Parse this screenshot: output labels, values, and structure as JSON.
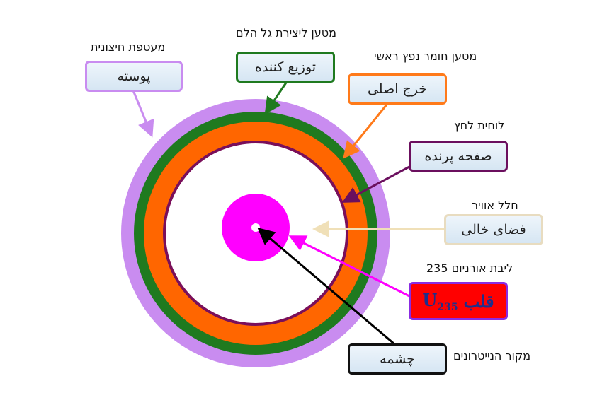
{
  "layers": [
    {
      "id": "shell",
      "color": "#c98cf0",
      "hebrew": "מעטפת חיצונית",
      "persian": "پوسته"
    },
    {
      "id": "wave",
      "color": "#1f7a1f",
      "hebrew": "מטען ליצירת גל הלם",
      "persian": "توزيع كننده"
    },
    {
      "id": "main",
      "color": "#ff6600",
      "hebrew": "מטען חומר נפץ ראשי",
      "persian": "خرج اصلی"
    },
    {
      "id": "pusher",
      "color": "#7a0f5a",
      "hebrew": "לוחית לחץ",
      "persian": "صفحه پرنده"
    },
    {
      "id": "void",
      "color": "#ffffff",
      "hebrew": "חלל אוויר",
      "persian": "فضای خالی"
    },
    {
      "id": "core",
      "color": "#ff00ff",
      "hebrew": "ליבת אורניום 235",
      "persian_word": "قلب",
      "persian_symbol": "U",
      "persian_subscript": "235"
    },
    {
      "id": "source",
      "color": "#000000",
      "hebrew": "מקור הנייטרונים",
      "persian": "چشمه"
    }
  ],
  "box_borders": {
    "shell": "#c98cf0",
    "wave": "#1f7a1f",
    "main": "#ff7a1a",
    "pusher": "#6b0f5e",
    "void": "#e8dcc0",
    "core": "#8a2be2",
    "source": "#111111"
  }
}
